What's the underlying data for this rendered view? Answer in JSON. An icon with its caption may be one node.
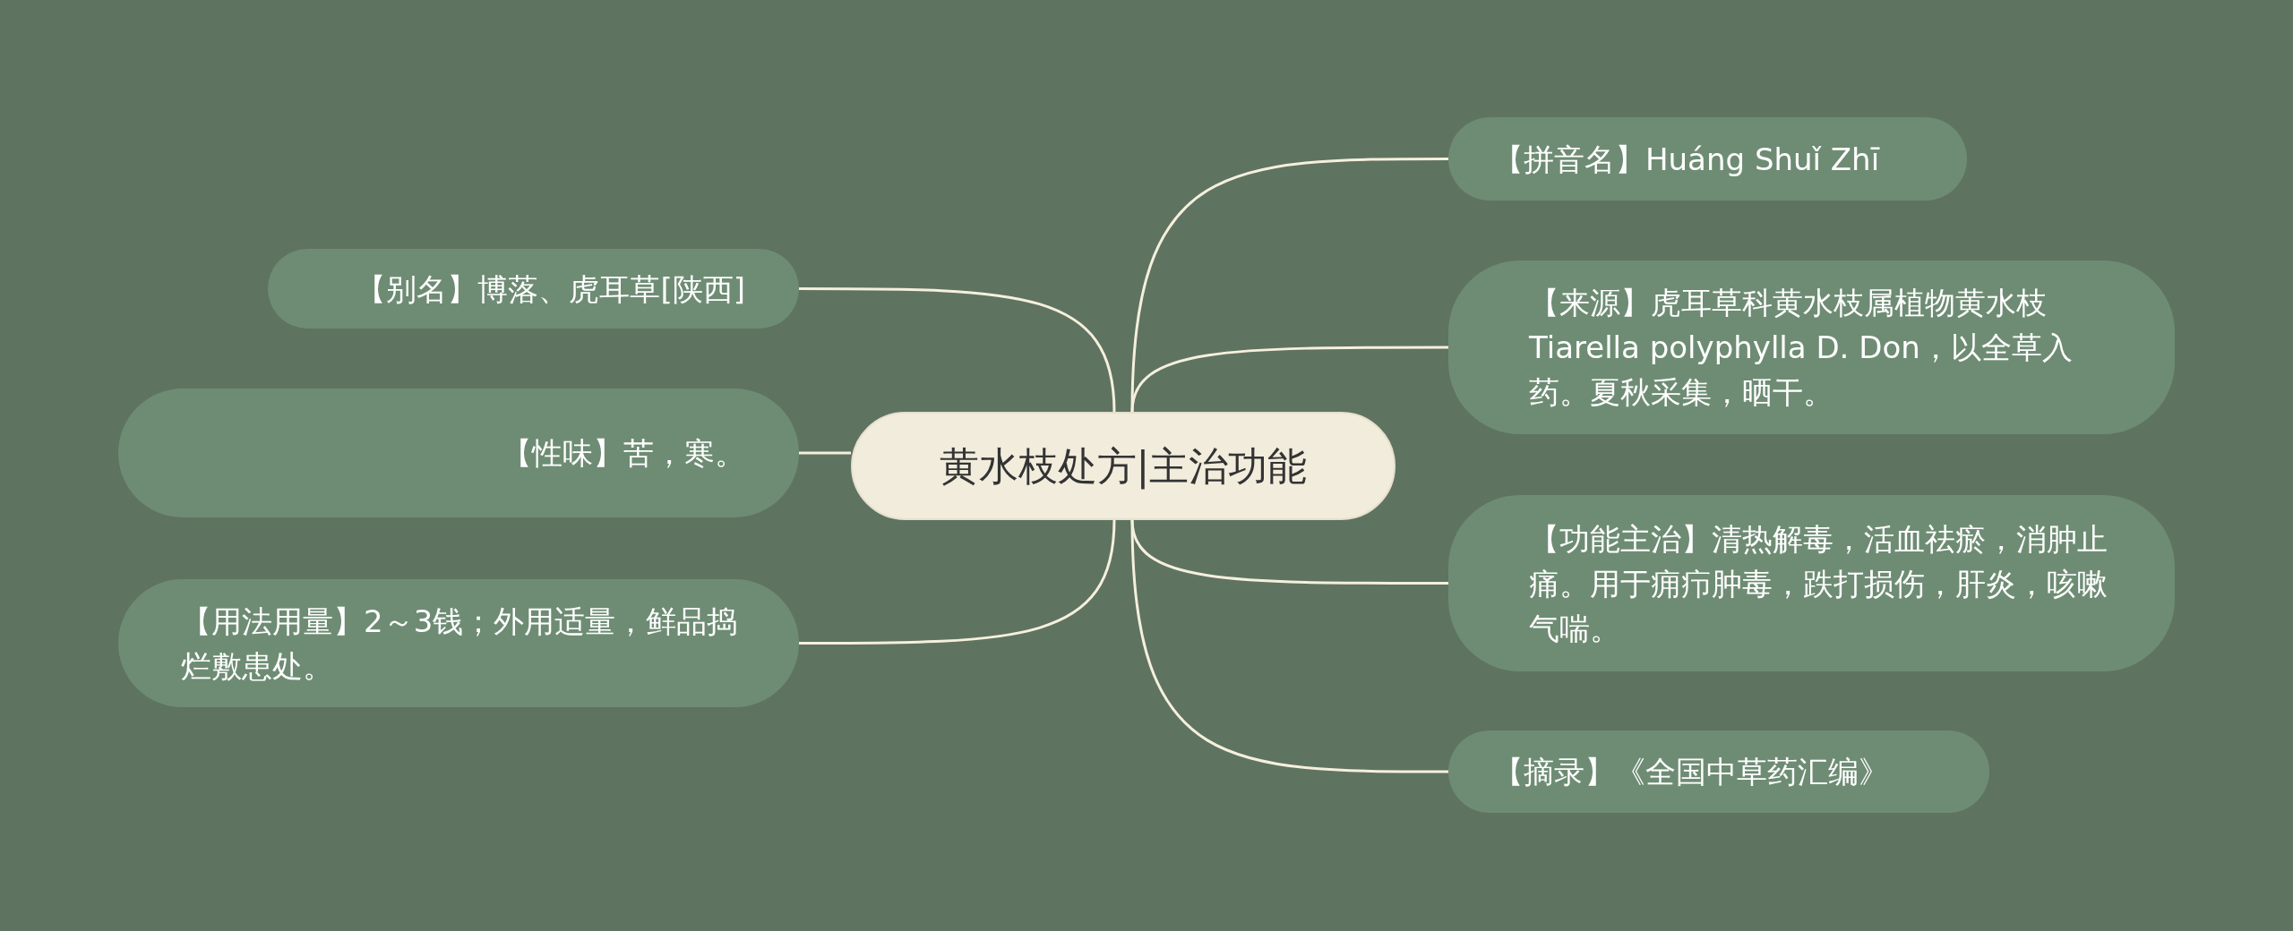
{
  "diagram": {
    "nodes": [
      {
        "text": [
          "黄水枝处方|主治功能"
        ]
      },
      {
        "text": [
          "【别名】博落、虎耳草[陕西]"
        ]
      },
      {
        "text": [
          "【性味】苦，寒。"
        ]
      },
      {
        "text": [
          "【用法用量】2～3钱；外用适量，鲜品捣烂敷患处。"
        ]
      },
      {
        "text": [
          "【拼音名】Huáng Shuǐ Zhī"
        ]
      },
      {
        "text": [
          "【来源】虎耳草科黄水枝属植物黄水枝Tiarella polyphylla D. Don，以全草入药。夏秋采集，晒干。"
        ]
      },
      {
        "text": [
          "【功能主治】清热解毒，活血祛瘀，消肿止痛。用于痈疖肿毒，跌打损伤，肝炎，咳嗽气喘。"
        ]
      },
      {
        "text": [
          "【摘录】《全国中草药汇编》"
        ]
      }
    ],
    "edges": [
      {
        "from": 0,
        "to": 1,
        "arrow": "none"
      },
      {
        "from": 0,
        "to": 2,
        "arrow": "none"
      },
      {
        "from": 0,
        "to": 3,
        "arrow": "none"
      },
      {
        "from": 0,
        "to": 4,
        "arrow": "none"
      },
      {
        "from": 0,
        "to": 5,
        "arrow": "none"
      },
      {
        "from": 0,
        "to": 6,
        "arrow": "none"
      },
      {
        "from": 0,
        "to": 7,
        "arrow": "none"
      }
    ]
  }
}
